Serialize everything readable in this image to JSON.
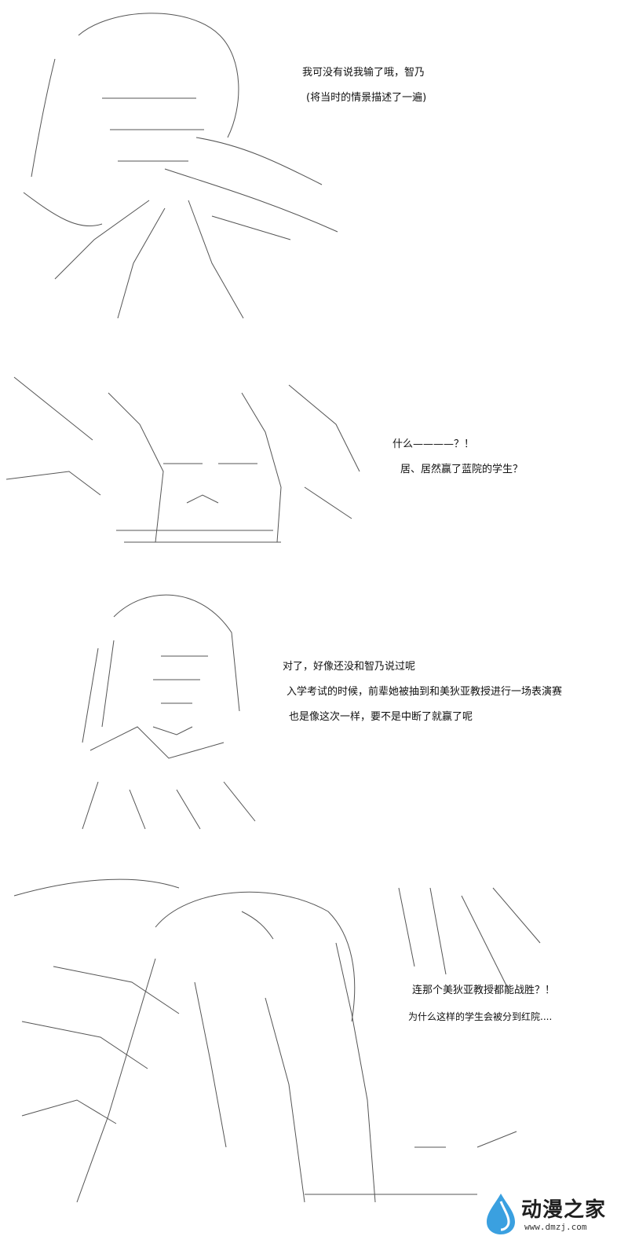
{
  "panels": [
    {
      "lines": [
        "我可没有说我输了哦，智乃",
        "(将当时的情景描述了一遍)"
      ]
    },
    {
      "lines": [
        "什么————？！",
        "居、居然赢了蓝院的学生？"
      ]
    },
    {
      "lines": [
        "对了，好像还没和智乃说过呢",
        "入学考试的时候，前辈她被抽到和美狄亚教授进行一场表演赛",
        "也是像这次一样，要不是中断了就赢了呢"
      ]
    },
    {
      "lines": [
        "连那个美狄亚教授都能战胜？！",
        "为什么这样的学生会被分到红院...."
      ]
    }
  ],
  "watermark": {
    "name": "动漫之家",
    "url": "www.dmzj.com"
  },
  "colors": {
    "text": "#111111",
    "watermark_blue": "#3aa0e0"
  }
}
